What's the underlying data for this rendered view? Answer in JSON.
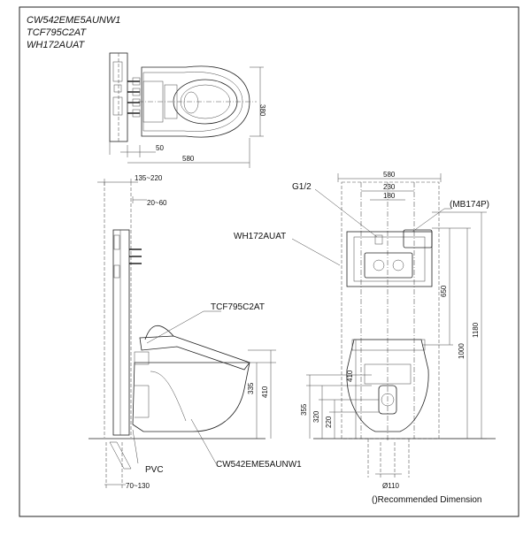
{
  "titles": [
    "CW542EME5AUNW1",
    "TCF795C2AT",
    "WH172AUAT"
  ],
  "top_view": {
    "dim_width": "580",
    "dim_depth": "380",
    "dim_offset": "50"
  },
  "side_view": {
    "dim_frame_depth": "135~220",
    "dim_recess": "20~60",
    "dim_rim_height": "335",
    "dim_seat_height": "410",
    "dim_pipe_offset": "70~130",
    "label_frame": "WH172AUAT",
    "label_seat": "TCF795C2AT",
    "label_bowl": "CW542EME5AUNW1",
    "label_pvc": "PVC"
  },
  "front_view": {
    "dim_frame_width": "580",
    "dim_230": "230",
    "dim_180": "180",
    "dim_650": "650",
    "dim_1000": "1000",
    "dim_1180": "1180",
    "dim_410": "410",
    "dim_355": "355",
    "dim_320": "320",
    "dim_220": "220",
    "dim_dia": "Ø110",
    "label_inlet": "G1/2",
    "label_plate": "(MB174P)"
  },
  "note": "()Recommended Dimension"
}
